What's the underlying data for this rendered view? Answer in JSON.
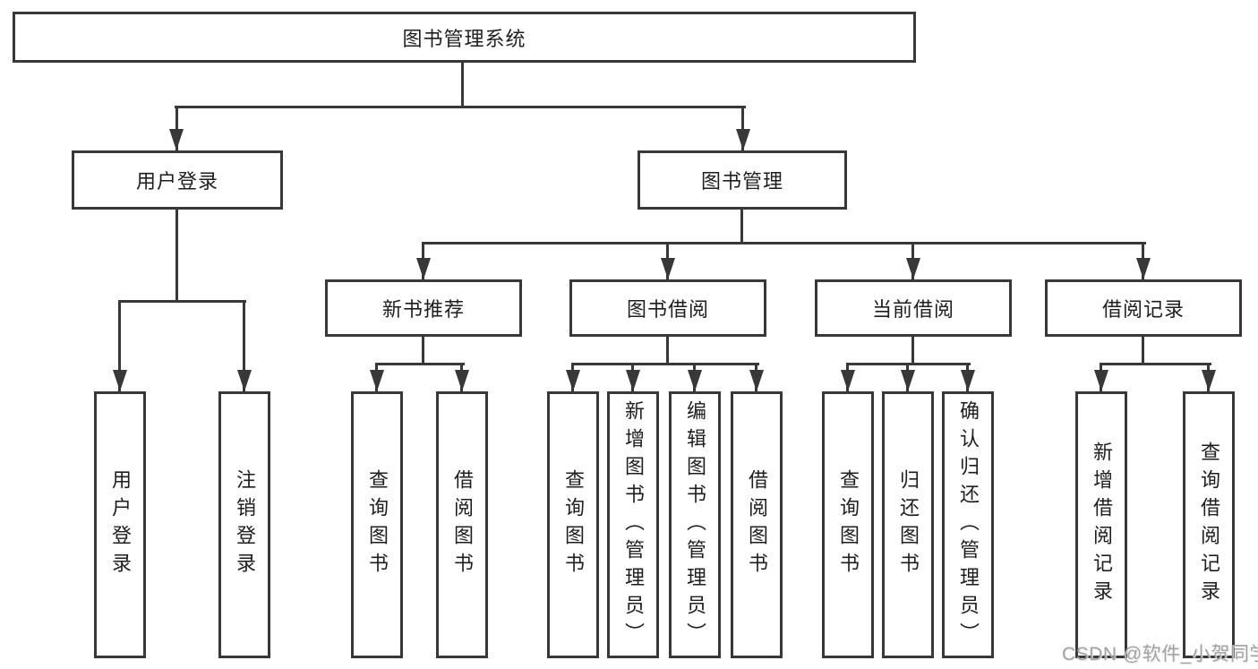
{
  "diagram": {
    "root": {
      "label": "图书管理系统"
    },
    "level2": [
      {
        "label": "用户登录"
      },
      {
        "label": "图书管理"
      }
    ],
    "level3": [
      {
        "label": "新书推荐"
      },
      {
        "label": "图书借阅"
      },
      {
        "label": "当前借阅"
      },
      {
        "label": "借阅记录"
      }
    ],
    "leaves": {
      "login": [
        "用户登录",
        "注销登录"
      ],
      "newbook": [
        "查询图书",
        "借阅图书"
      ],
      "borrow": [
        "查询图书",
        "新增图书（管理员）",
        "编辑图书（管理员）",
        "借阅图书"
      ],
      "current": [
        "查询图书",
        "归还图书",
        "确认归还（管理员）"
      ],
      "records": [
        "新增借阅记录",
        "查询借阅记录"
      ]
    },
    "colors": {
      "line": "#383838",
      "text": "#1e1e1e",
      "background": "#ffffff",
      "watermark": "#9e9e9e"
    }
  },
  "watermark": {
    "text": "CSDN @软件_小贺同学"
  }
}
